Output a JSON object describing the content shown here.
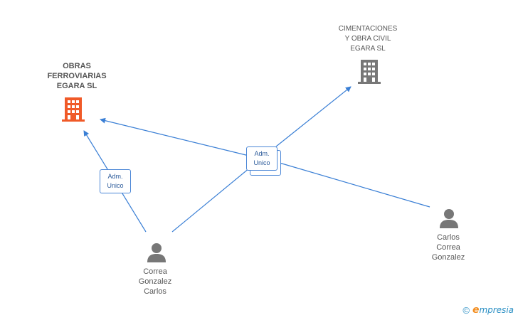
{
  "colors": {
    "edge": "#3a7fd5",
    "company_highlight": "#f05a28",
    "company_gray": "#777777",
    "person": "#777777"
  },
  "companies": [
    {
      "id": "obras",
      "label": "OBRAS\nFERROVIARIAS\nEGARA SL",
      "icon": "building-icon",
      "highlight": true
    },
    {
      "id": "cimentaciones",
      "label": "CIMENTACIONES\nY OBRA CIVIL\nEGARA  SL",
      "icon": "building-icon",
      "highlight": false
    }
  ],
  "persons": [
    {
      "id": "correa",
      "label": "Correa\nGonzalez\nCarlos",
      "icon": "person-icon"
    },
    {
      "id": "carlos",
      "label": "Carlos\nCorrea\nGonzalez",
      "icon": "person-icon"
    }
  ],
  "relations": [
    {
      "label": "Adm.\nUnico"
    },
    {
      "label": "Adm.\nUnico"
    }
  ],
  "footer": {
    "copyright_symbol": "©",
    "brand_e": "e",
    "brand_rest": "mpresia"
  }
}
